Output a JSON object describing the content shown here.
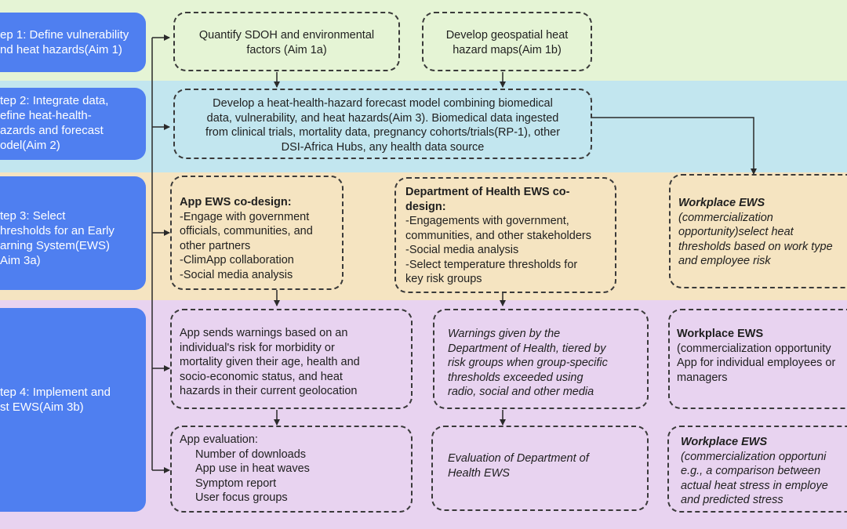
{
  "colors": {
    "band_green": "#e5f4d5",
    "band_blue": "#c2e6ef",
    "band_orange": "#f5e4c1",
    "band_purple": "#e8d3f0",
    "step_blue": "#4f7ff0",
    "connector": "#2a2a2a"
  },
  "steps": [
    {
      "lines": [
        "ep 1: Define vulnerability",
        "nd heat hazards(Aim 1)"
      ]
    },
    {
      "lines": [
        "tep 2: Integrate data,",
        "efine heat-health-",
        "azards and forecast",
        "odel(Aim 2)"
      ]
    },
    {
      "lines": [
        "tep 3: Select",
        "hresholds for an Early",
        "arning System(EWS)",
        "Aim 3a)"
      ]
    },
    {
      "lines": [
        "tep 4: Implement and",
        "st EWS(Aim 3b)"
      ]
    }
  ],
  "row1": {
    "sdoh": [
      "Quantify SDOH and environmental",
      "factors (Aim 1a)"
    ],
    "geo": [
      "Develop geospatial heat",
      "hazard maps(Aim 1b)"
    ]
  },
  "row2": {
    "forecast": [
      "Develop a heat-health-hazard forecast model combining biomedical",
      "data, vulnerability, and heat hazards(Aim 3). Biomedical data ingested",
      "from clinical trials, mortality data, pregnancy cohorts/trials(RP-1), other",
      "DSI-Africa Hubs, any health data source"
    ]
  },
  "row3": {
    "app_title": "App EWS co-design:",
    "app_lines": [
      "-Engage with government",
      "officials, communities, and",
      "other partners",
      "-ClimApp collaboration",
      "-Social media analysis"
    ],
    "doh_title": [
      "Department of Health EWS co-",
      "design:"
    ],
    "doh_lines": [
      "-Engagements with government,",
      "communities, and other stakeholders",
      "-Social media analysis",
      "-Select temperature thresholds for",
      "key risk groups"
    ],
    "work_title": "Workplace EWS",
    "work_lines": [
      "(commercialization",
      "opportunity)select heat",
      "thresholds based on work type",
      "and employee risk"
    ]
  },
  "row4": {
    "app_warn": [
      "App sends warnings based on an",
      "individual's risk for morbidity or",
      "mortality given their age, health and",
      "socio-economic status, and heat",
      "hazards in their current geolocation"
    ],
    "doh_warn": [
      "Warnings given by the",
      "Department of Health, tiered by",
      "risk groups when group-specific",
      "thresholds exceeded using",
      "radio, social and other media"
    ],
    "work_title": "Workplace EWS",
    "work_lines": [
      "(commercialization opportunity",
      "App for individual employees or",
      "managers"
    ]
  },
  "row5": {
    "app_eval_title": "App evaluation:",
    "app_eval_items": [
      "Number of downloads",
      "App use in heat waves",
      "Symptom report",
      "User focus groups"
    ],
    "doh_eval": [
      "Evaluation of Department of",
      "Health EWS"
    ],
    "work_title": "Workplace EWS",
    "work_lines": [
      "(commercialization opportuni",
      "e.g., a comparison between",
      "actual heat stress in employe",
      "and predicted stress"
    ]
  }
}
